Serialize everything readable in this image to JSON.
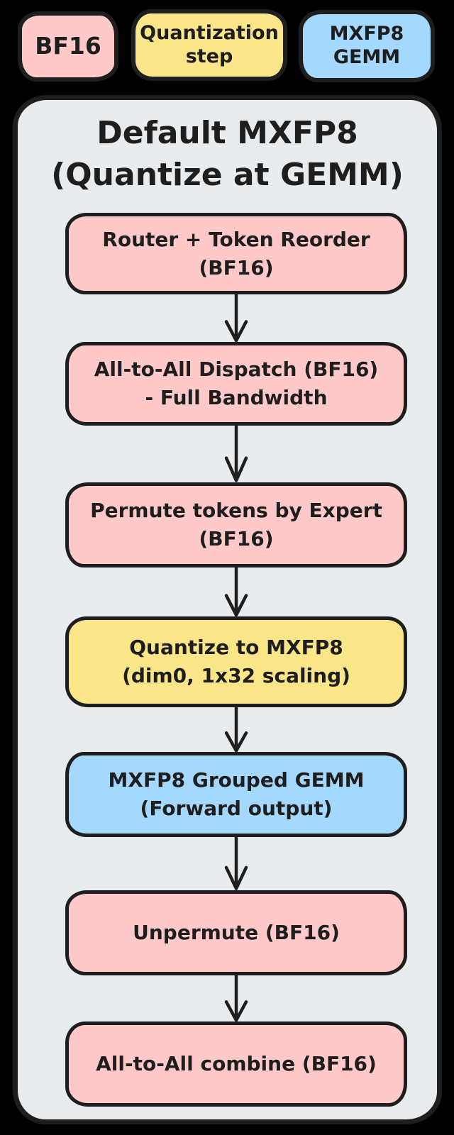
{
  "colors": {
    "background": "#000000",
    "panel_fill": "#e9eceE",
    "stroke": "#1e1e1e",
    "bf16_fill": "#ffc9c9",
    "quant_fill": "#fae588",
    "gemm_fill": "#a5d8ff"
  },
  "legend": {
    "items": [
      {
        "line1": "BF16",
        "line2": "",
        "type": "bf16"
      },
      {
        "line1": "Quantization",
        "line2": "step",
        "type": "quant"
      },
      {
        "line1": "MXFP8",
        "line2": "GEMM",
        "type": "gemm"
      }
    ]
  },
  "diagram": {
    "title_line1": "Default MXFP8",
    "title_line2": "(Quantize at GEMM)",
    "nodes": [
      {
        "line1": "Router + Token Reorder",
        "line2": "(BF16)",
        "type": "bf16"
      },
      {
        "line1": "All-to-All Dispatch (BF16)",
        "line2": "- Full Bandwidth",
        "type": "bf16"
      },
      {
        "line1": "Permute tokens by Expert",
        "line2": "(BF16)",
        "type": "bf16"
      },
      {
        "line1": "Quantize to MXFP8",
        "line2": "(dim0, 1x32 scaling)",
        "type": "quant"
      },
      {
        "line1": "MXFP8 Grouped GEMM",
        "line2": "(Forward output)",
        "type": "gemm"
      },
      {
        "line1": "Unpermute (BF16)",
        "line2": "",
        "type": "bf16"
      },
      {
        "line1": "All-to-All combine (BF16)",
        "line2": "",
        "type": "bf16"
      }
    ]
  }
}
